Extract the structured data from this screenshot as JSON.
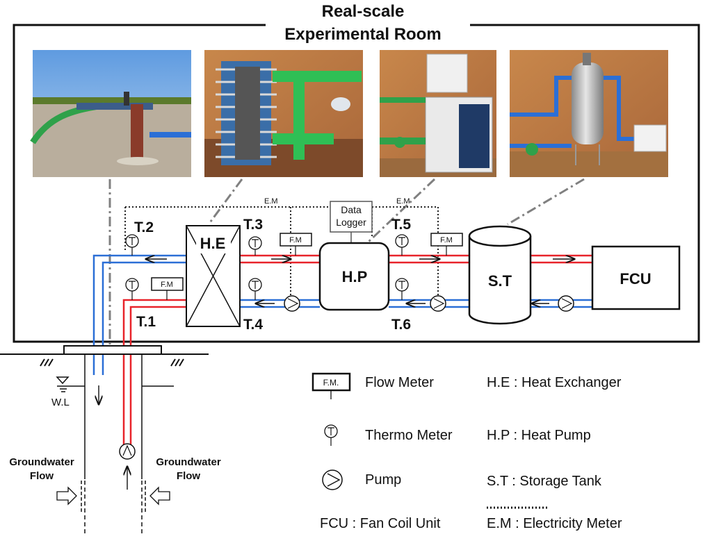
{
  "title": {
    "line1": "Real-scale",
    "line2": "Experimental Room"
  },
  "components": {
    "he": "H.E",
    "hp": "H.P",
    "st": "S.T",
    "fcu": "FCU",
    "data_logger_line1": "Data",
    "data_logger_line2": "Logger"
  },
  "sensors": {
    "t1": "T.1",
    "t2": "T.2",
    "t3": "T.3",
    "t4": "T.4",
    "t5": "T.5",
    "t6": "T.6"
  },
  "meters": {
    "fm": "F.M",
    "em": "E.M"
  },
  "well": {
    "wl": "W.L",
    "gw_left_1": "Groundwater",
    "gw_left_2": "Flow",
    "gw_right_1": "Groundwater",
    "gw_right_2": "Flow"
  },
  "legend": {
    "fm_symbol": "F.M.",
    "flow_meter": "Flow Meter",
    "thermo_meter": "Thermo Meter",
    "pump": "Pump",
    "he_def": "H.E : Heat Exchanger",
    "hp_def": "H.P : Heat Pump",
    "st_def": "S.T : Storage Tank",
    "fcu_def": "FCU : Fan Coil Unit",
    "em_def": "E.M : Electricity Meter"
  },
  "colors": {
    "hot": "#e8232a",
    "cold": "#2b6fd6",
    "line": "#111111"
  }
}
